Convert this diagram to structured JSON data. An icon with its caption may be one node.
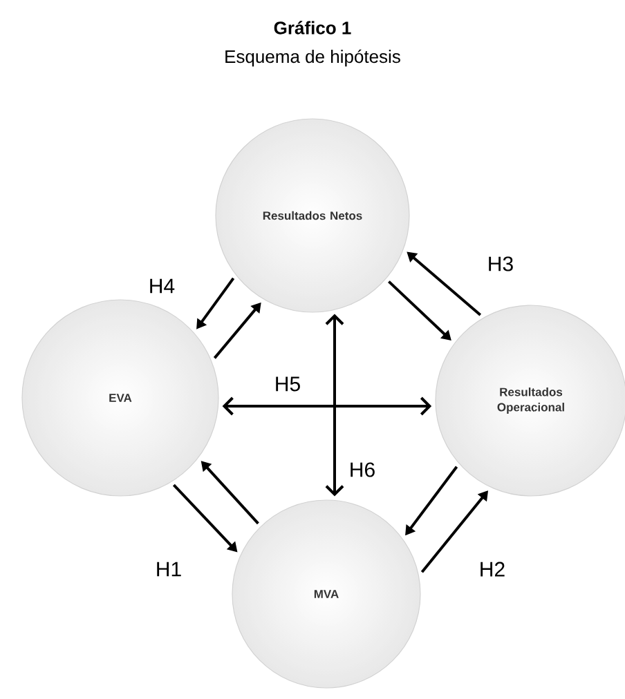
{
  "diagram": {
    "title": "Gráfico 1",
    "nodes": [
      {
        "text": [
          "Resultados Netos"
        ]
      },
      {
        "text": [
          "EVA"
        ]
      },
      {
        "text": [
          "Resultados Operacional"
        ]
      },
      {
        "text": [
          "MVA"
        ]
      }
    ],
    "edges": [
      {
        "from": 0,
        "to": 1,
        "arrow": "to"
      },
      {
        "from": 1,
        "to": 0,
        "arrow": "to"
      },
      {
        "from": 0,
        "to": 2,
        "arrow": "to"
      },
      {
        "from": 2,
        "to": 0,
        "arrow": "to"
      },
      {
        "from": 1,
        "to": 2,
        "arrow": "both"
      },
      {
        "from": 0,
        "to": 3,
        "arrow": "both"
      },
      {
        "from": 1,
        "to": 3,
        "arrow": "to"
      },
      {
        "from": 3,
        "to": 1,
        "arrow": "to"
      },
      {
        "from": 2,
        "to": 3,
        "arrow": "to"
      },
      {
        "from": 3,
        "to": 2,
        "arrow": "to"
      }
    ],
    "labels": [
      "Esquema de hipótesis",
      "H3",
      "H4",
      "H5",
      "H6",
      "H1",
      "H2"
    ]
  }
}
